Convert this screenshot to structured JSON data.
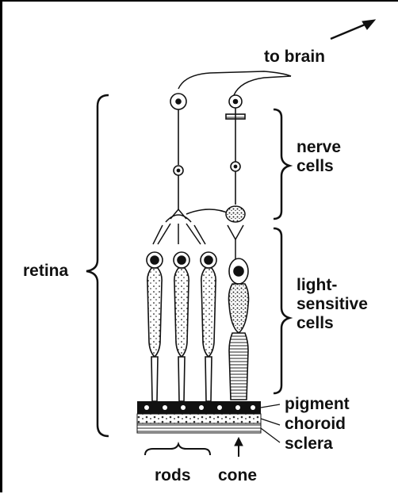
{
  "labels": {
    "to_brain": "to brain",
    "retina": "retina",
    "nerve_line1": "nerve",
    "nerve_line2": "cells",
    "light_line1": "light-",
    "light_line2": "sensitive",
    "light_line3": "cells",
    "pigment": "pigment",
    "choroid": "choroid",
    "sclera": "sclera",
    "rods": "rods",
    "cone": "cone"
  },
  "colors": {
    "ink": "#111111",
    "background": "#ffffff"
  }
}
